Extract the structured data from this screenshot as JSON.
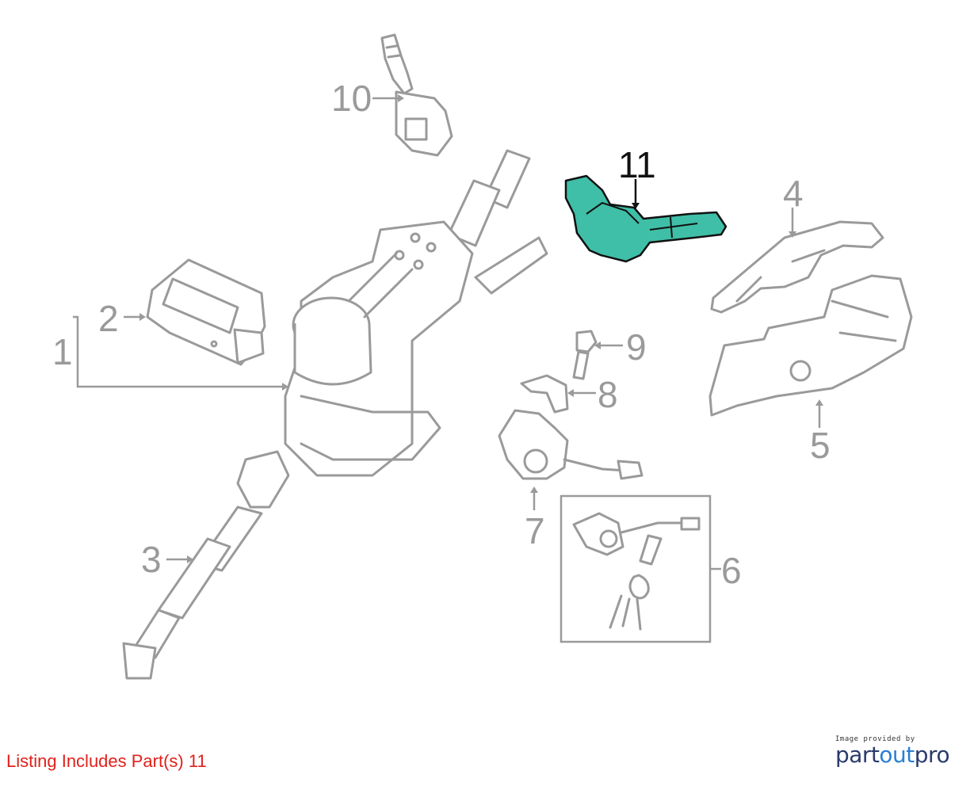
{
  "callouts": {
    "c1": "1",
    "c2": "2",
    "c3": "3",
    "c4": "4",
    "c5": "5",
    "c6": "6",
    "c7": "7",
    "c8": "8",
    "c9": "9",
    "c10": "10",
    "c11": "11"
  },
  "highlight_color": "#3fbfa7",
  "listing_text": "Listing Includes Part(s) 11",
  "brand": {
    "provided_by": "Image provided by",
    "name_part1": "part",
    "name_part2": "out",
    "name_part3": "pro"
  }
}
